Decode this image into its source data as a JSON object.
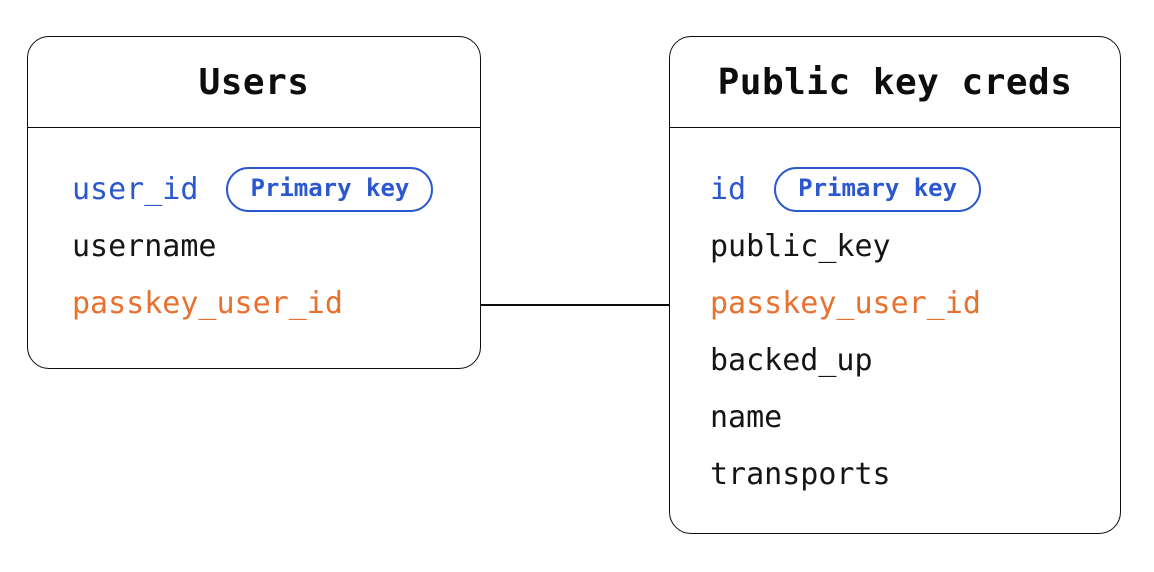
{
  "diagram": {
    "colors": {
      "blue": "#2b57cf",
      "orange": "#e8712f",
      "stroke": "#0d0d0d",
      "background": "#ffffff"
    },
    "tables": [
      {
        "title": "Users",
        "fields": [
          {
            "name": "user_id",
            "color": "blue",
            "badge": "Primary key"
          },
          {
            "name": "username",
            "color": "black"
          },
          {
            "name": "passkey_user_id",
            "color": "orange"
          }
        ]
      },
      {
        "title": "Public key creds",
        "fields": [
          {
            "name": "id",
            "color": "blue",
            "badge": "Primary key"
          },
          {
            "name": "public_key",
            "color": "black"
          },
          {
            "name": "passkey_user_id",
            "color": "orange"
          },
          {
            "name": "backed_up",
            "color": "black"
          },
          {
            "name": "name",
            "color": "black"
          },
          {
            "name": "transports",
            "color": "black"
          }
        ]
      }
    ],
    "relationship": {
      "from": "Users.passkey_user_id",
      "to": "Public key creds.passkey_user_id"
    }
  }
}
